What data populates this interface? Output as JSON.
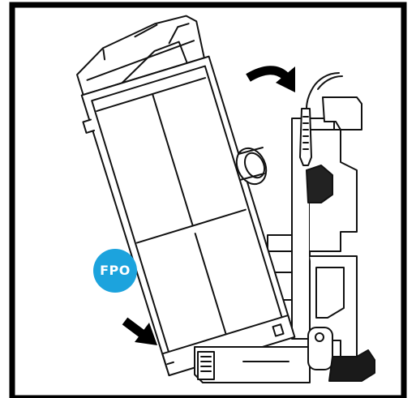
{
  "figure": {
    "badge": {
      "label": "FPO",
      "color": "#1ca3dd"
    },
    "colors": {
      "frame": "#000000",
      "line": "#111111",
      "fill": "#ffffff",
      "arrow": "#000000"
    },
    "parts": [
      "dust-canister",
      "cyclone-intake",
      "vacuum-body",
      "power-cord",
      "floor-nozzle",
      "curved-arrow",
      "straight-arrow"
    ]
  }
}
